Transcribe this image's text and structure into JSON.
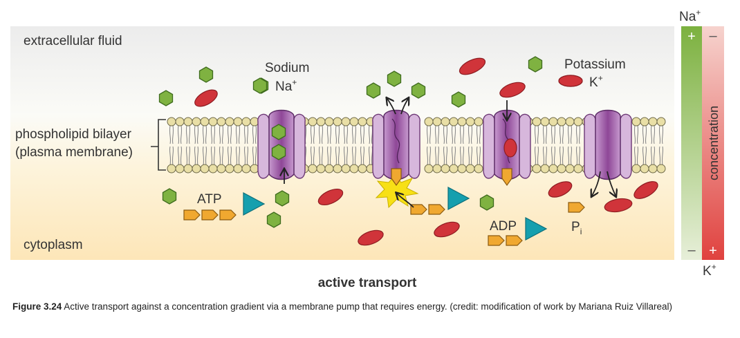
{
  "labels": {
    "extracellular": "extracellular fluid",
    "bilayer_line1": "phospholipid bilayer",
    "bilayer_line2": "(plasma membrane)",
    "cytoplasm": "cytoplasm",
    "sodium": "Sodium",
    "sodium_symbol": "Na",
    "potassium": "Potassium",
    "potassium_symbol": "K",
    "atp": "ATP",
    "adp": "ADP",
    "pi": "P",
    "pi_subscript": "i",
    "plus_sup": "+",
    "title": "active transport"
  },
  "concentration_bar": {
    "title": "concentration",
    "top_label": "Na",
    "bottom_label": "K",
    "sup": "+",
    "plus": "+",
    "minus": "–"
  },
  "caption": {
    "figure": "Figure 3.24",
    "text": " Active transport against a concentration gradient via a membrane pump that requires energy. (credit: modification of work by Mariana Ruiz Villareal)"
  },
  "colors": {
    "sodium": "#7fb241",
    "potassium": "#d0343a",
    "atp": "#f0a830",
    "phosphate_head": "#e9dfa6",
    "pump": "#9b5ba6",
    "pump_light": "#d7b7dc",
    "adenosine": "#159fae",
    "spark": "#f7e016",
    "na_gradient": "#7fb241",
    "k_gradient": "#e34a46"
  }
}
